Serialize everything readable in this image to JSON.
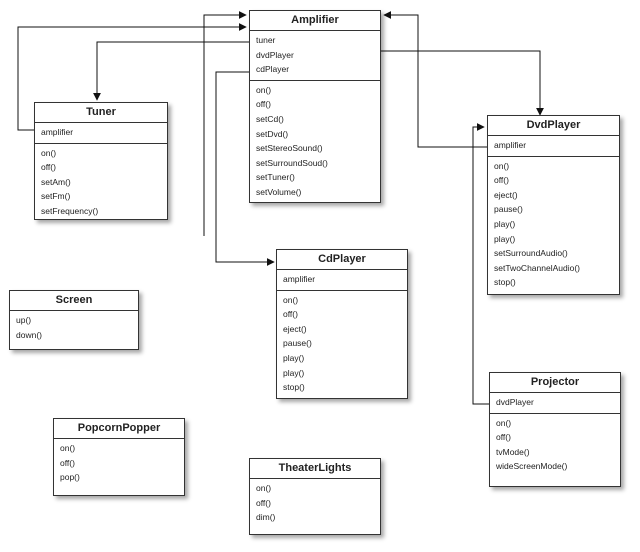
{
  "classes": {
    "amplifier": {
      "name": "Amplifier",
      "attributes": [
        "tuner",
        "dvdPlayer",
        "cdPlayer"
      ],
      "methods": [
        "on()",
        "off()",
        "setCd()",
        "setDvd()",
        "setStereoSound()",
        "setSurroundSoud()",
        "setTuner()",
        "setVolume()"
      ]
    },
    "tuner": {
      "name": "Tuner",
      "attributes": [
        "amplifier"
      ],
      "methods": [
        "on()",
        "off()",
        "setAm()",
        "setFm()",
        "setFrequency()"
      ]
    },
    "dvd_player": {
      "name": "DvdPlayer",
      "attributes": [
        "amplifier"
      ],
      "methods": [
        "on()",
        "off()",
        "eject()",
        "pause()",
        "play()",
        "play()",
        "setSurroundAudio()",
        "setTwoChannelAudio()",
        "stop()"
      ]
    },
    "cd_player": {
      "name": "CdPlayer",
      "attributes": [
        "amplifier"
      ],
      "methods": [
        "on()",
        "off()",
        "eject()",
        "pause()",
        "play()",
        "play()",
        "stop()"
      ]
    },
    "screen": {
      "name": "Screen",
      "attributes": [],
      "methods": [
        "up()",
        "down()"
      ]
    },
    "projector": {
      "name": "Projector",
      "attributes": [
        "dvdPlayer"
      ],
      "methods": [
        "on()",
        "off()",
        "tvMode()",
        "wideScreenMode()"
      ]
    },
    "popcorn_popper": {
      "name": "PopcornPopper",
      "attributes": [],
      "methods": [
        "on()",
        "off()",
        "pop()"
      ]
    },
    "theater_lights": {
      "name": "TheaterLights",
      "attributes": [],
      "methods": [
        "on()",
        "off()",
        "dim()"
      ]
    }
  }
}
